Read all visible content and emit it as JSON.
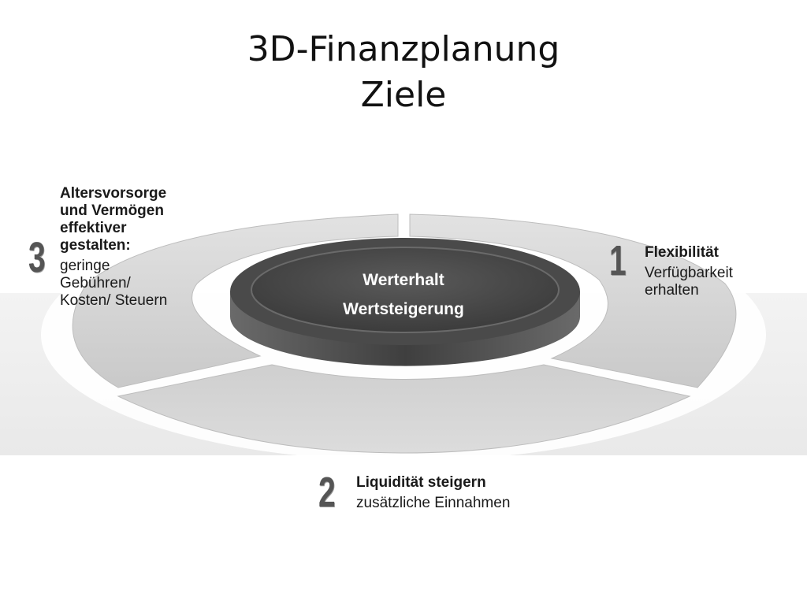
{
  "title": {
    "line1": "3D-Finanzplanung",
    "line2": "Ziele"
  },
  "center": {
    "line1": "Werterhalt",
    "line2": "Wertsteigerung"
  },
  "segments": [
    {
      "number": "1",
      "heading": "Flexibilität",
      "detail": [
        "Verfügbarkeit",
        "erhalten"
      ]
    },
    {
      "number": "2",
      "heading": "Liquidität steigern",
      "detail": [
        "zusätzliche Einnahmen"
      ]
    },
    {
      "number": "3",
      "heading": [
        "Altersvorsorge",
        "und Vermögen",
        "effektiver",
        "gestalten:"
      ],
      "detail": [
        "geringe",
        "Gebühren/",
        "Kosten/ Steuern"
      ]
    }
  ],
  "colors": {
    "segment_fill": "#d6d6d6",
    "disc_dark": "#4f4f4f",
    "number": "#555555"
  }
}
